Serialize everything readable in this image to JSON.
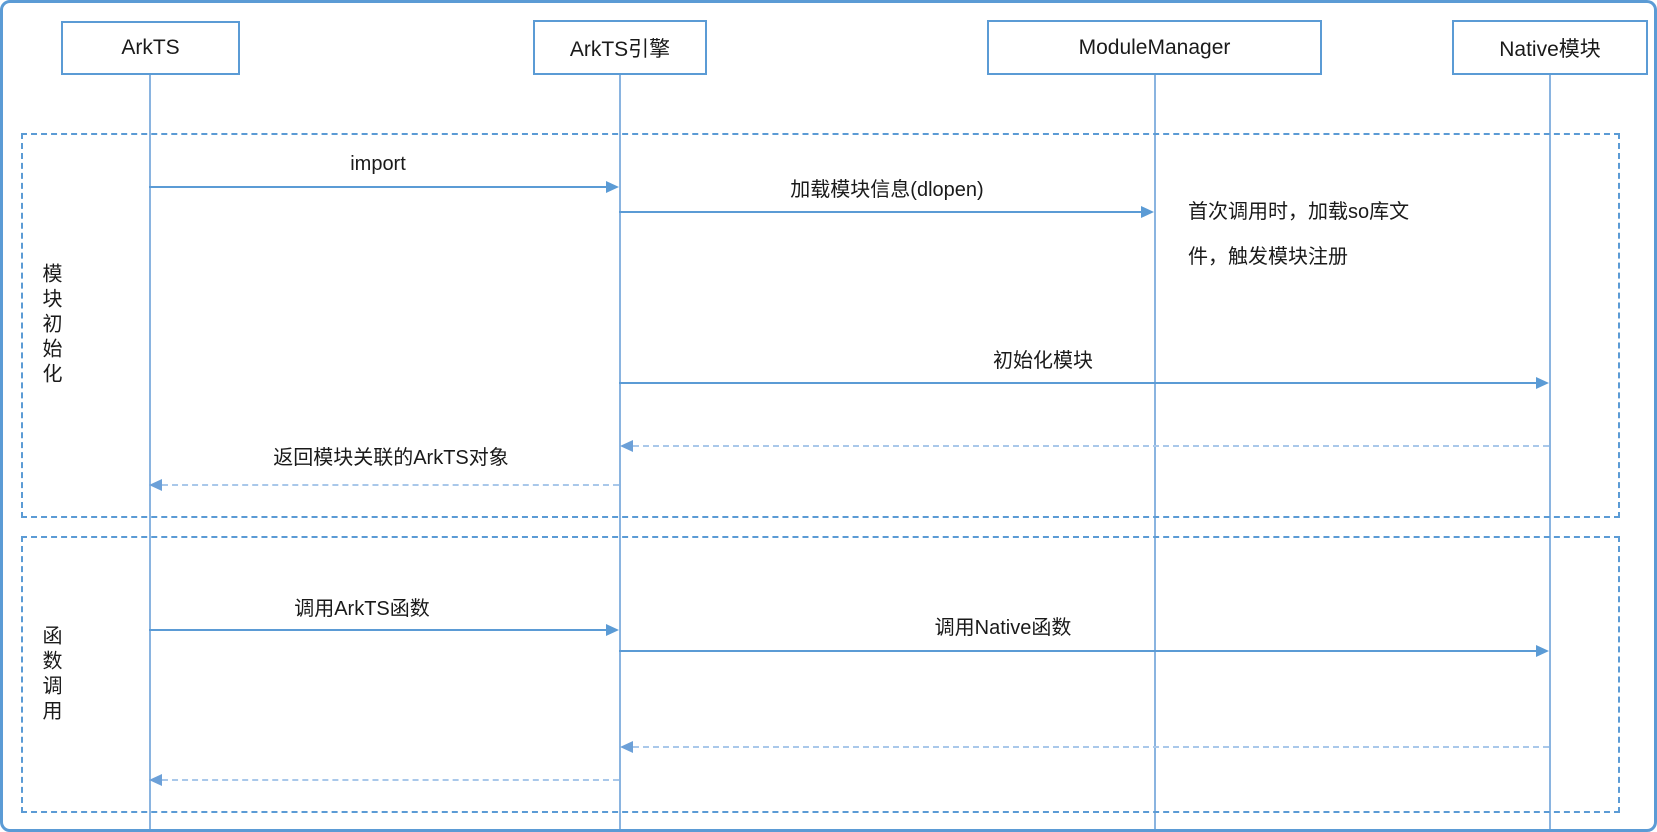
{
  "diagram": {
    "title_hint": "ArkTS Native module loading sequence diagram",
    "actors": [
      {
        "id": "arkts",
        "label": "ArkTS"
      },
      {
        "id": "arkts-engine",
        "label": "ArkTS引擎"
      },
      {
        "id": "modulemanager",
        "label": "ModuleManager"
      },
      {
        "id": "native-module",
        "label": "Native模块"
      }
    ],
    "frames": [
      {
        "id": "module-init",
        "label": "模块初始化"
      },
      {
        "id": "function-call",
        "label": "函数调用"
      }
    ],
    "messages": [
      {
        "id": "import",
        "label": "import",
        "from": "ArkTS",
        "to": "ArkTS引擎",
        "style": "solid"
      },
      {
        "id": "load-module-info",
        "label": "加载模块信息(dlopen)",
        "from": "ArkTS引擎",
        "to": "ModuleManager",
        "style": "solid"
      },
      {
        "id": "init-module",
        "label": "初始化模块",
        "from": "ArkTS引擎",
        "to": "Native模块",
        "style": "solid"
      },
      {
        "id": "return-init",
        "label": "",
        "from": "Native模块",
        "to": "ArkTS引擎",
        "style": "dashed"
      },
      {
        "id": "return-arkts-object",
        "label": "返回模块关联的ArkTS对象",
        "from": "ArkTS引擎",
        "to": "ArkTS",
        "style": "dashed"
      },
      {
        "id": "call-arkts-func",
        "label": "调用ArkTS函数",
        "from": "ArkTS",
        "to": "ArkTS引擎",
        "style": "solid"
      },
      {
        "id": "call-native-func",
        "label": "调用Native函数",
        "from": "ArkTS引擎",
        "to": "Native模块",
        "style": "solid"
      },
      {
        "id": "return-native",
        "label": "",
        "from": "Native模块",
        "to": "ArkTS引擎",
        "style": "dashed"
      },
      {
        "id": "return-to-arkts",
        "label": "",
        "from": "ArkTS引擎",
        "to": "ArkTS",
        "style": "dashed"
      }
    ],
    "note": {
      "line1": "首次调用时，加载so库文",
      "line2": "件，触发模块注册"
    },
    "colors": {
      "accent": "#5b9bd5",
      "lifeline": "#8ab4e0",
      "dashed_return": "#a9c8ea",
      "arrowhead": "#6ca0d8",
      "text": "#1a1a1a"
    }
  }
}
